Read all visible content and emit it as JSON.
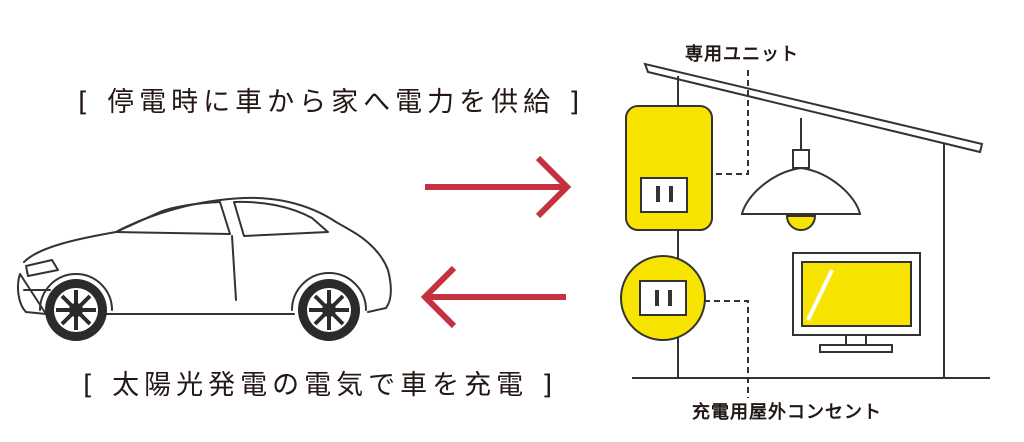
{
  "captions": {
    "to_house": "[ 停電時に車から家へ電力を供給 ]",
    "to_car": "[ 太陽光発電の電気で車を充電 ]"
  },
  "callouts": {
    "unit": "専用ユニット",
    "outlet": "充電用屋外コンセント"
  },
  "colors": {
    "arrow": "#c4313f",
    "appliance": "#f7e400",
    "line": "#333333"
  },
  "icons": [
    "car-icon",
    "house-icon",
    "power-unit-icon",
    "outdoor-outlet-icon",
    "pendant-lamp-icon",
    "television-icon"
  ]
}
